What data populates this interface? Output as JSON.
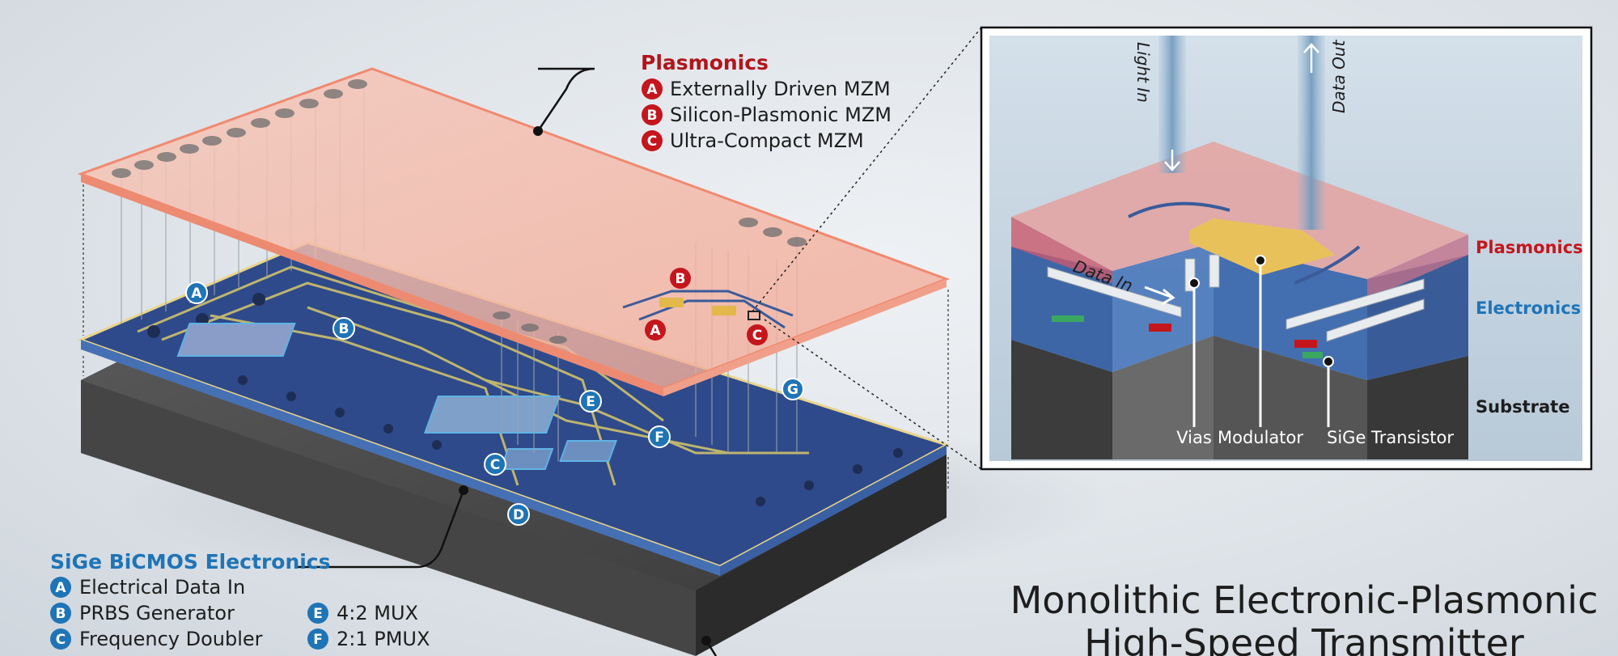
{
  "plasmonics": {
    "title": "Plasmonics",
    "items": [
      {
        "badge": "A",
        "label": "Externally Driven MZM"
      },
      {
        "badge": "B",
        "label": "Silicon-Plasmonic MZM"
      },
      {
        "badge": "C",
        "label": "Ultra-Compact MZM"
      }
    ]
  },
  "electronics": {
    "title": "SiGe BiCMOS Electronics",
    "items_left": [
      {
        "badge": "A",
        "label": "Electrical Data In"
      },
      {
        "badge": "B",
        "label": "PRBS Generator"
      },
      {
        "badge": "C",
        "label": "Frequency Doubler"
      }
    ],
    "items_right": [
      {
        "badge": "E",
        "label": "4:2 MUX"
      },
      {
        "badge": "F",
        "label": "2:1 PMUX"
      }
    ]
  },
  "chip_markers": {
    "plasmonic": [
      "B",
      "A",
      "C"
    ],
    "electronic": [
      "A",
      "B",
      "E",
      "F",
      "C",
      "D",
      "G"
    ]
  },
  "inset": {
    "light_in": "Light In",
    "data_out": "Data Out",
    "data_in": "Data In",
    "layers": {
      "plasmonics": "Plasmonics",
      "electronics": "Electronics",
      "substrate": "Substrate"
    },
    "callouts": {
      "vias": "Vias",
      "modulator": "Modulator",
      "transistor": "SiGe Transistor"
    }
  },
  "title": {
    "line1": "Monolithic Electronic-Plasmonic",
    "line2": "High-Speed Transmitter"
  },
  "colors": {
    "red": "#c4161c",
    "blue": "#1f74b6",
    "plasmonic_layer": "#f2b6a6",
    "electronic_layer": "#2b3f7a",
    "substrate": "#3a3a3a"
  }
}
